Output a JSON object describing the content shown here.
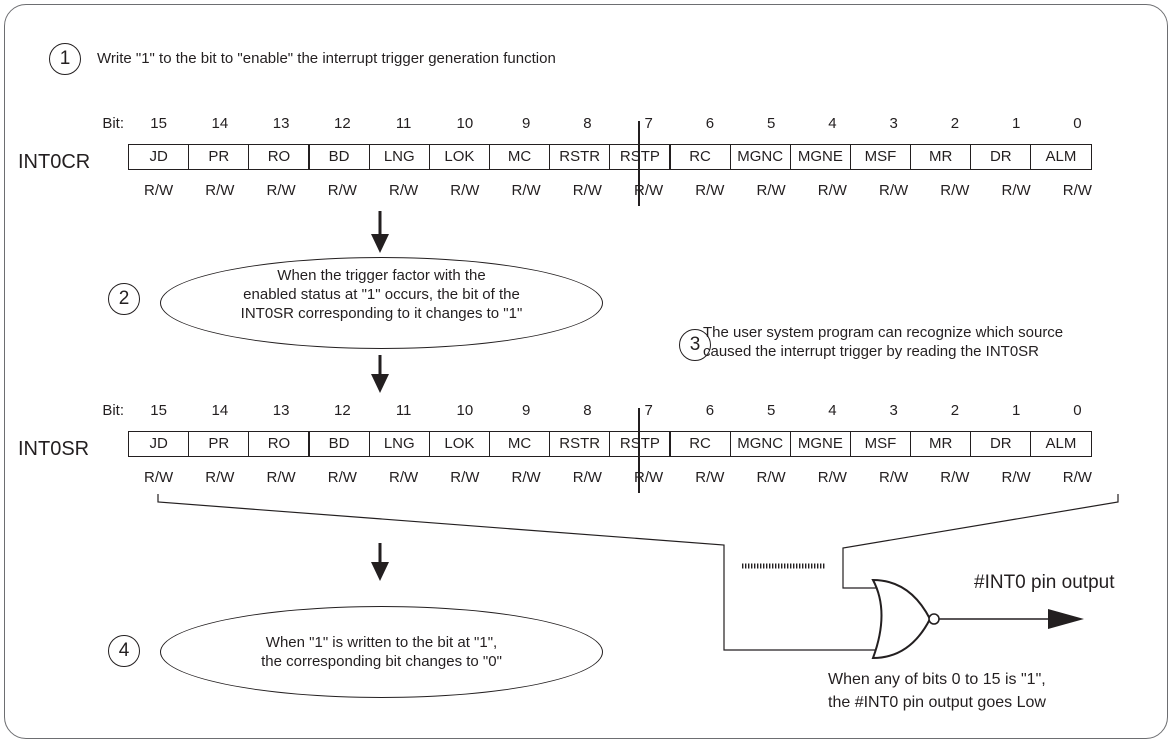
{
  "step1": {
    "num": "1",
    "text": "Write \"1\" to the bit to \"enable\" the interrupt trigger generation function"
  },
  "step2": {
    "num": "2",
    "text": "When the trigger factor with the\nenabled status at \"1\" occurs, the bit of the\nINT0SR corresponding to it changes to \"1\""
  },
  "step3": {
    "num": "3",
    "text_line1": "The user system program can recognize which source",
    "text_line2": "caused the interrupt trigger by reading the INT0SR"
  },
  "step4": {
    "num": "4",
    "text": "When \"1\" is written to the bit at \"1\",\nthe corresponding bit changes to \"0\""
  },
  "bit_label": "Bit:",
  "bit_numbers": [
    "15",
    "14",
    "13",
    "12",
    "11",
    "10",
    "9",
    "8",
    "7",
    "6",
    "5",
    "4",
    "3",
    "2",
    "1",
    "0"
  ],
  "access": [
    "R/W",
    "R/W",
    "R/W",
    "R/W",
    "R/W",
    "R/W",
    "R/W",
    "R/W",
    "R/W",
    "R/W",
    "R/W",
    "R/W",
    "R/W",
    "R/W",
    "R/W",
    "R/W"
  ],
  "bit_names": [
    "JD",
    "PR",
    "RO",
    "BD",
    "LNG",
    "LOK",
    "MC",
    "RSTR",
    "RSTP",
    "RC",
    "MGNC",
    "MGNE",
    "MSF",
    "MR",
    "DR",
    "ALM"
  ],
  "registers": {
    "cr": "INT0CR",
    "sr": "INT0SR"
  },
  "output_label": "#INT0 pin output",
  "note": {
    "line1": "When any of bits 0 to 15 is \"1\",",
    "line2": "the #INT0 pin output goes Low"
  },
  "colors": {
    "line": "#231f20",
    "frame": "#6d6e71"
  }
}
